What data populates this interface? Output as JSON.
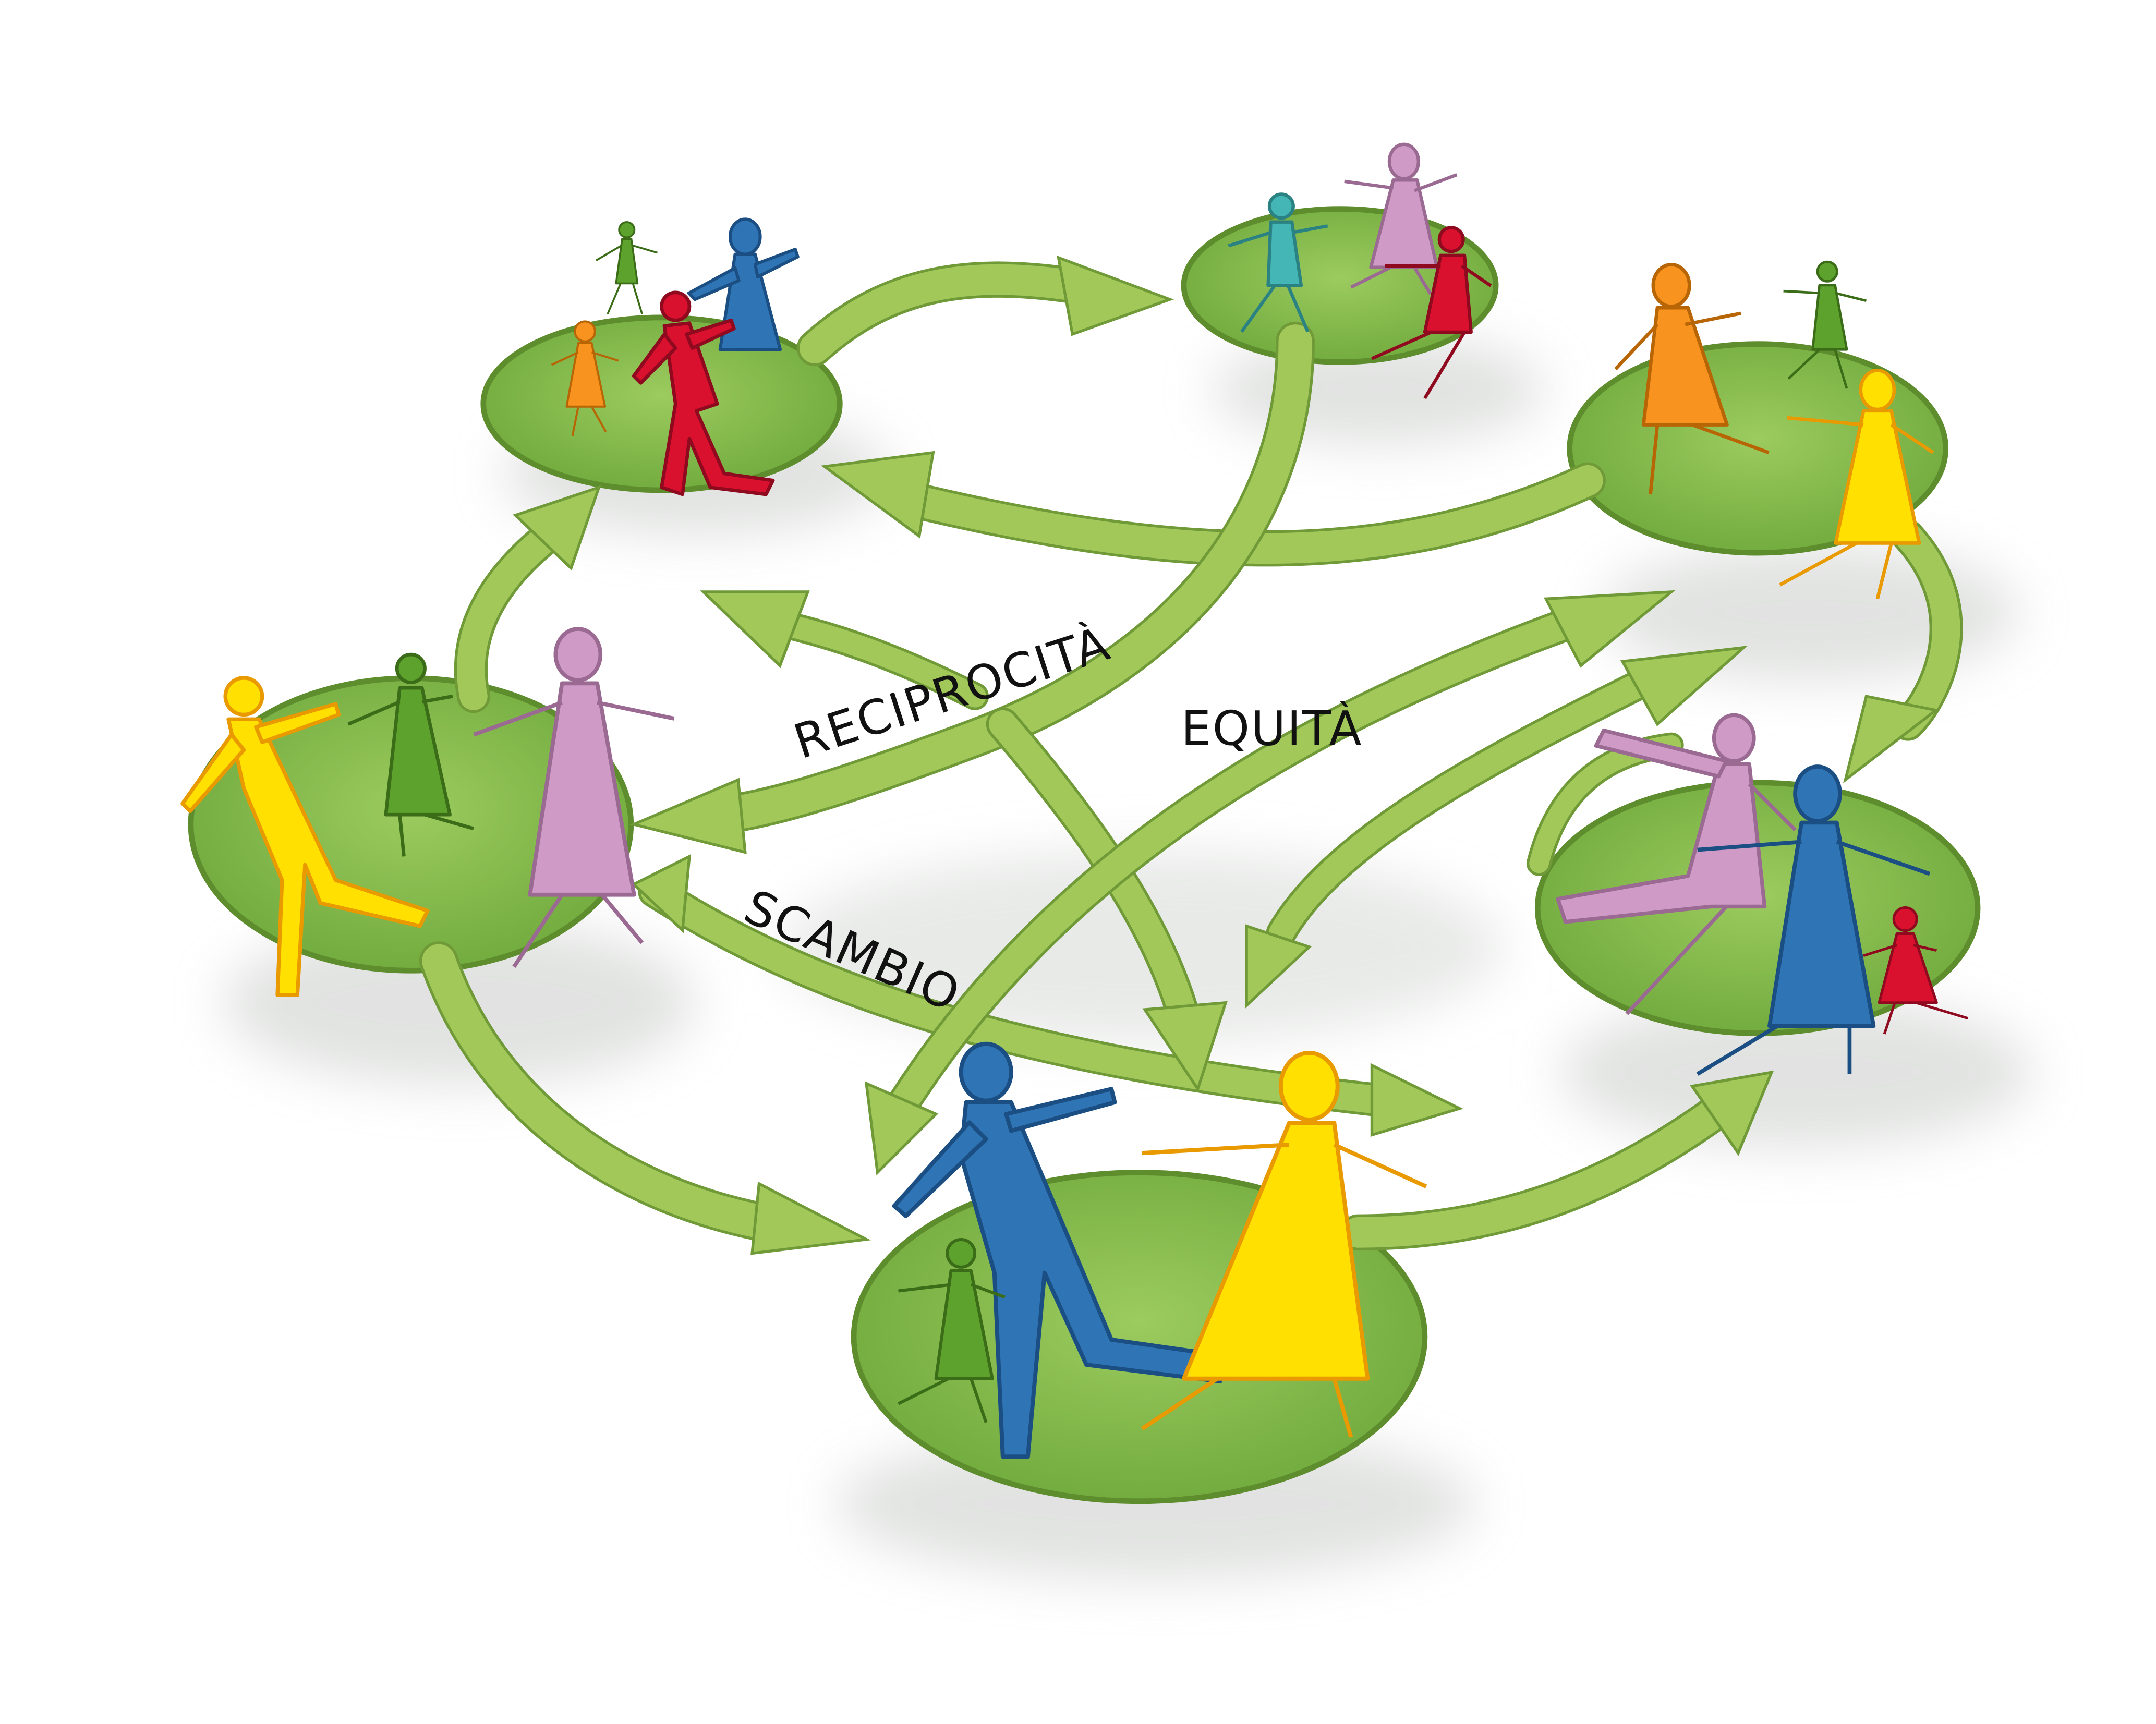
{
  "labels": {
    "reciprocita": "RECIPROCITÀ",
    "equita": "EQUITÀ",
    "scambio": "SCAMBIO"
  },
  "colors": {
    "background": "#ffffff",
    "arrow_fill": "#a3c85a",
    "arrow_stroke": "#6f9a37",
    "island_fill": "#8bbd4f",
    "island_stroke": "#5e8d2e",
    "shadow": "#cfd3cf",
    "person_yellow": "#ffe000",
    "person_yellow_stroke": "#e89a00",
    "person_blue": "#2f75b5",
    "person_blue_stroke": "#1b4f84",
    "person_pink": "#cf9ac6",
    "person_pink_stroke": "#9a6a93",
    "person_green": "#5ea22e",
    "person_green_stroke": "#3b6d18",
    "person_red": "#d9102e",
    "person_red_stroke": "#8f0a1e",
    "person_orange": "#f7931e",
    "person_orange_stroke": "#b86505",
    "person_teal": "#45b6b6",
    "person_teal_stroke": "#2a8282"
  },
  "groups": [
    {
      "id": "top-left",
      "people": [
        "green",
        "blue",
        "orange",
        "red"
      ]
    },
    {
      "id": "top-center",
      "people": [
        "teal",
        "pink",
        "red"
      ]
    },
    {
      "id": "top-right",
      "people": [
        "orange",
        "green",
        "yellow"
      ]
    },
    {
      "id": "left",
      "people": [
        "yellow",
        "green",
        "pink"
      ]
    },
    {
      "id": "right",
      "people": [
        "pink",
        "blue",
        "red"
      ]
    },
    {
      "id": "bottom",
      "people": [
        "blue",
        "yellow",
        "green"
      ]
    }
  ]
}
